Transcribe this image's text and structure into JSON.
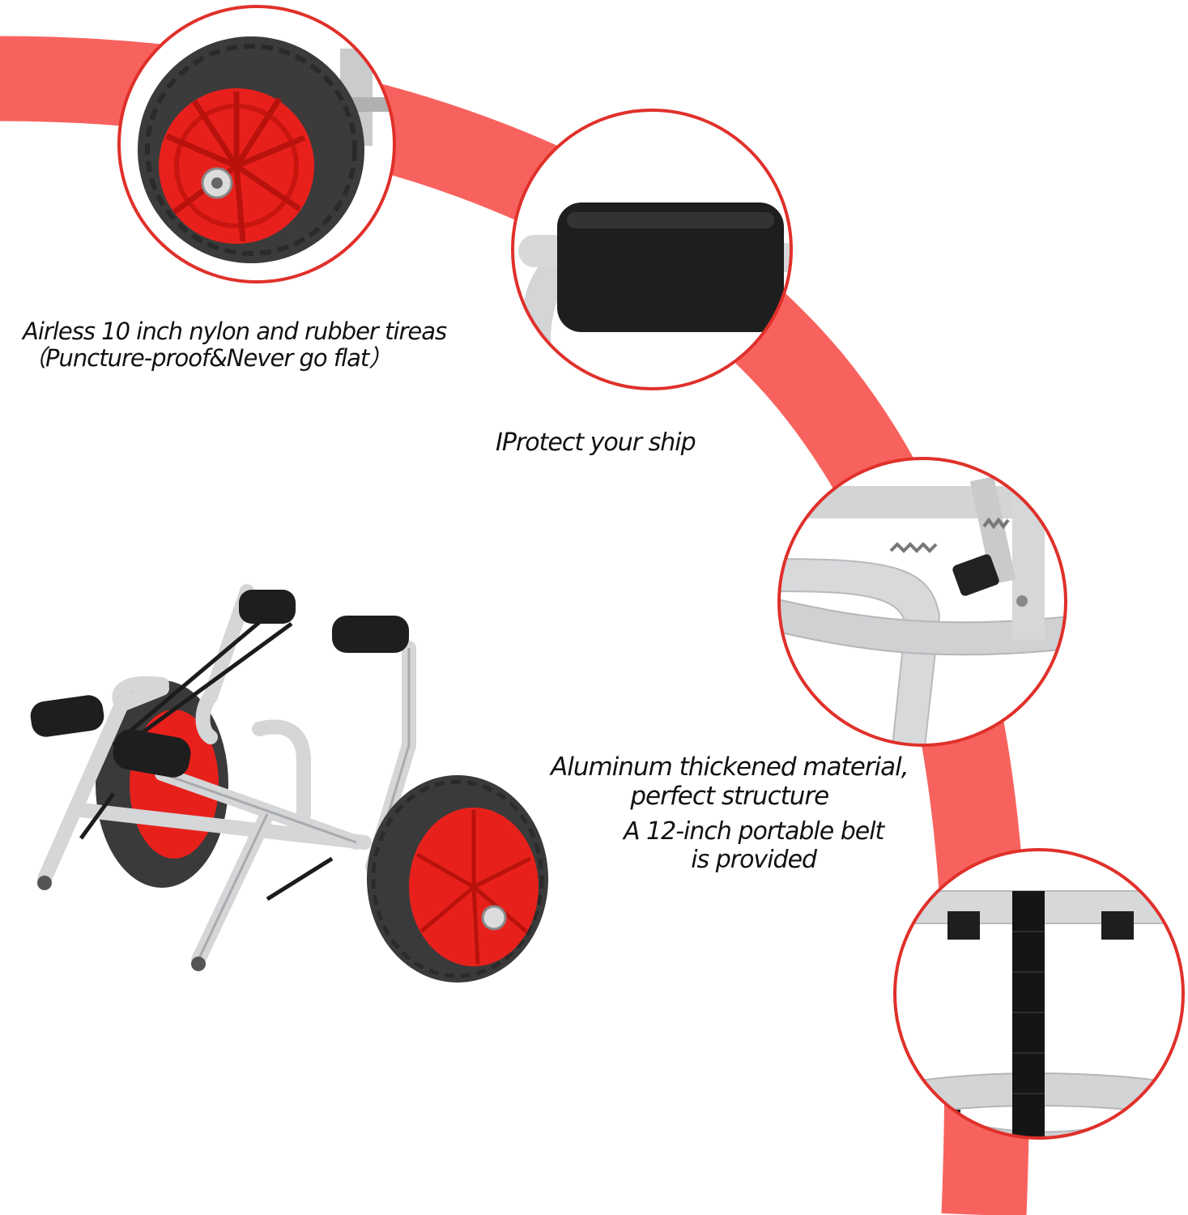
{
  "colors": {
    "arc": "#f8625e",
    "wheel_hub": "#e8201c",
    "tire": "#3a3a3a",
    "frame": "#d6d8da",
    "foam": "#1e1e1e",
    "circle_border": "#e0302a"
  },
  "features": [
    {
      "caption_lines": [
        "Airless 10 inch nylon and rubber tireas",
        "（Puncture-proof&Never go flat）"
      ],
      "icon": "wheel-closeup"
    },
    {
      "caption_lines": [
        "IProtect your ship"
      ],
      "icon": "foam-bumper-closeup"
    },
    {
      "caption_lines": [
        "Aluminum thickened material,",
        "perfect structure"
      ],
      "icon": "aluminum-frame-closeup"
    },
    {
      "caption_lines": [
        "A 12-inch portable belt",
        "is provided"
      ],
      "icon": "strap-closeup"
    }
  ],
  "product": {
    "icon": "kayak-cart"
  }
}
